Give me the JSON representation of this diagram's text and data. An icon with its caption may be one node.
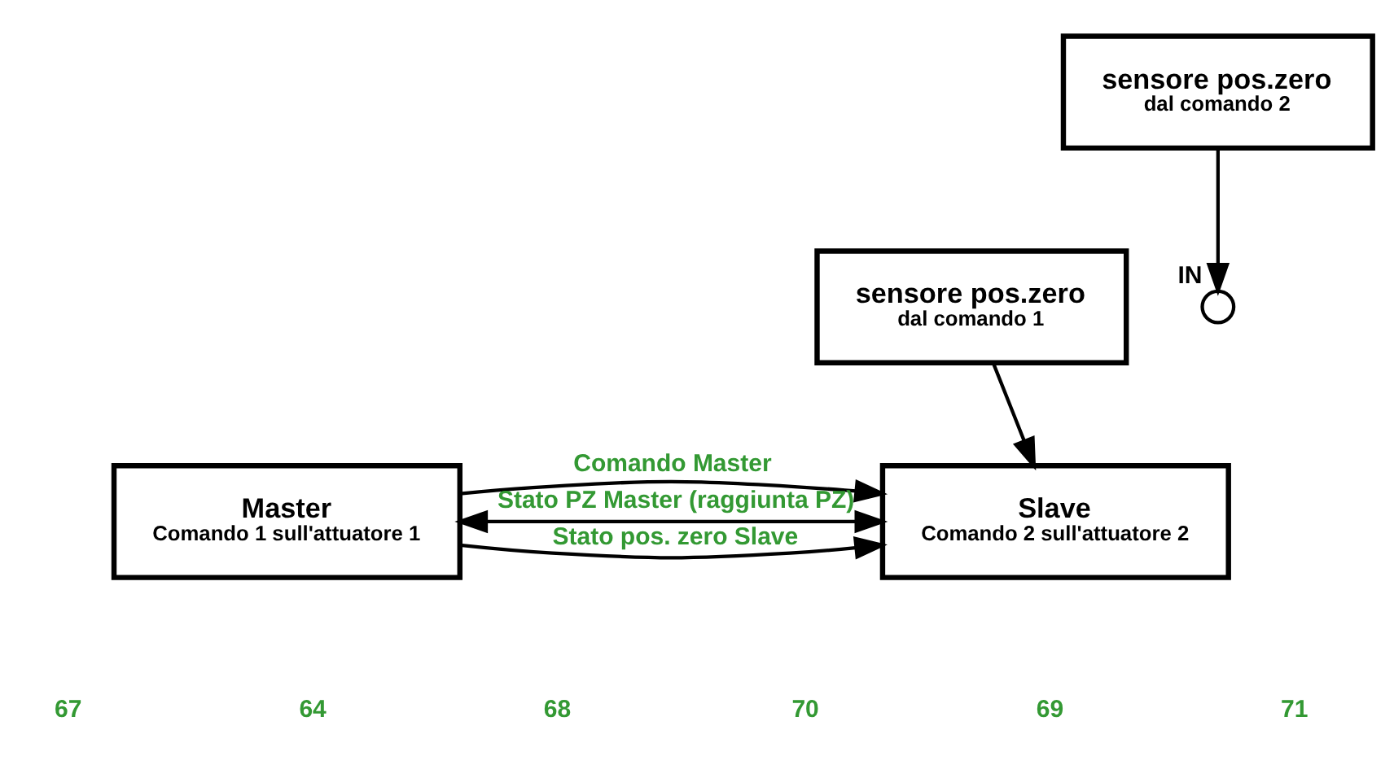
{
  "diagram": {
    "nodes": [
      {
        "text": [
          "sensore pos.zero",
          "dal comando 1"
        ]
      },
      {
        "text": [
          "sensore pos.zero",
          "dal comando 2"
        ]
      },
      {
        "text": [
          "Master",
          "Comando 1 sull'attuatore 1"
        ]
      },
      {
        "text": [
          "Slave",
          "Comando 2 sull'attuatore 2"
        ]
      },
      {
        "text": [],
        "shape": "circle",
        "beside": [
          "IN"
        ]
      }
    ],
    "edges": [
      {
        "from": 2,
        "to": 3,
        "arrow": "to",
        "label": "Comando Master"
      },
      {
        "from": 2,
        "to": 3,
        "arrow": "both",
        "label": "Stato PZ Master (raggiunta PZ)"
      },
      {
        "from": 2,
        "to": 3,
        "arrow": "to",
        "label": "Stato pos. zero Slave"
      },
      {
        "from": 0,
        "to": 3,
        "arrow": "to"
      },
      {
        "from": 1,
        "to": 4,
        "arrow": "to"
      }
    ],
    "labels": [
      "67",
      "70",
      "64",
      "69",
      "68",
      "71"
    ]
  }
}
